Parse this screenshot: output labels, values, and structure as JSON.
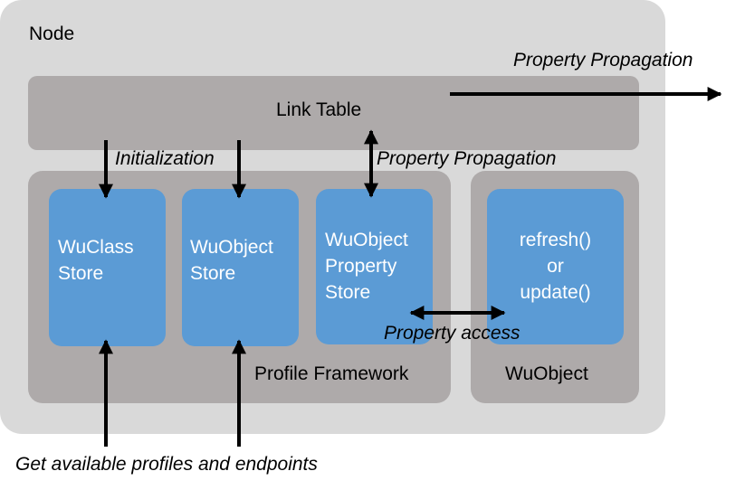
{
  "node": {
    "label": "Node"
  },
  "link_table": {
    "label": "Link Table"
  },
  "profile_framework": {
    "label": "Profile Framework"
  },
  "wuobject": {
    "label": "WuObject"
  },
  "stores": {
    "wuclass": [
      "WuClass",
      "Store"
    ],
    "wuobject": [
      "WuObject",
      "Store"
    ],
    "property": [
      "WuObject",
      "Property",
      "Store"
    ]
  },
  "methods": [
    "refresh()",
    "or",
    "update()"
  ],
  "annotations": {
    "initialization": "Initialization",
    "propagation_top": "Property Propagation",
    "propagation_mid": "Property Propagation",
    "property_access": "Property access",
    "get_profiles": "Get available profiles and endpoints"
  }
}
